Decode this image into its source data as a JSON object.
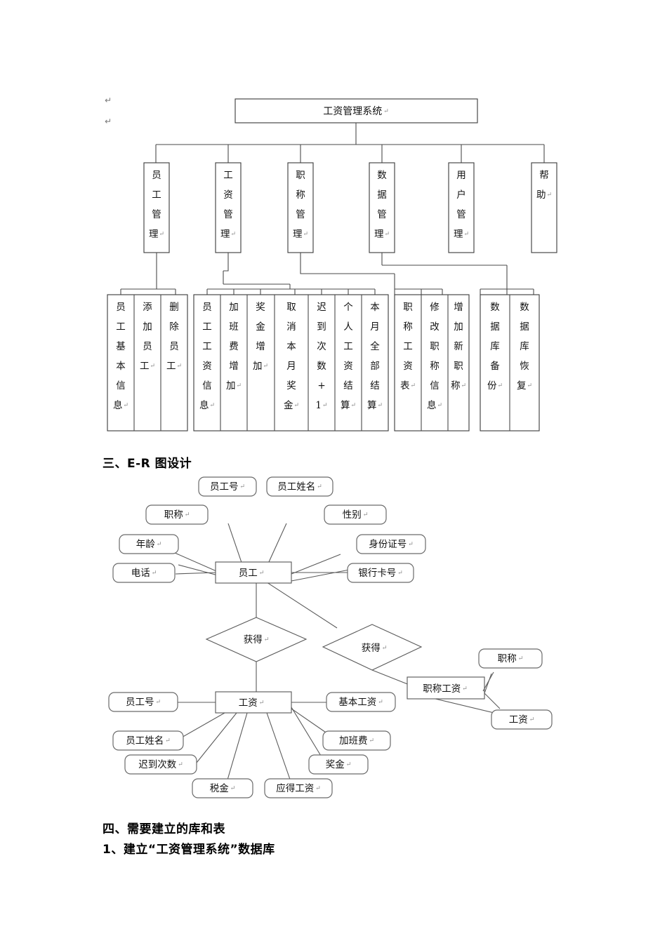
{
  "document": {
    "pilcrow_glyph": "↵",
    "margin_marks": [
      "↵",
      "↵"
    ]
  },
  "hierarchy_chart": {
    "root": {
      "label": "工资管理系统",
      "pilcrow": "↵"
    },
    "level2": [
      {
        "label": "员工管理",
        "pilcrow": "↵"
      },
      {
        "label": "工资管理",
        "pilcrow": "↵"
      },
      {
        "label": "职称管理",
        "pilcrow": "↵"
      },
      {
        "label": "数据管理",
        "pilcrow": "↵"
      },
      {
        "label": "用户管理",
        "pilcrow": "↵"
      },
      {
        "label": "帮助",
        "pilcrow": "↵"
      }
    ],
    "group_employee": [
      {
        "label": "员工基本信息",
        "pilcrow": "↵"
      },
      {
        "label": "添加员工",
        "pilcrow": "↵"
      },
      {
        "label": "删除员工",
        "pilcrow": "↵"
      }
    ],
    "group_salary": [
      {
        "label": "员工工资信息",
        "pilcrow": "↵"
      },
      {
        "label": "加班费增加",
        "pilcrow": "↵"
      },
      {
        "label": "奖金增加",
        "pilcrow": "↵"
      },
      {
        "label": "取消本月奖金",
        "pilcrow": "↵"
      },
      {
        "label": "迟到次数+1",
        "pilcrow": "↵"
      },
      {
        "label": "个人工资结算",
        "pilcrow": "↵"
      },
      {
        "label": "本月全部结算",
        "pilcrow": "↵"
      }
    ],
    "group_title": [
      {
        "label": "职称工资表",
        "pilcrow": "↵"
      },
      {
        "label": "修改职称信息",
        "pilcrow": "↵"
      },
      {
        "label": "增加新职称",
        "pilcrow": "↵"
      }
    ],
    "group_data": [
      {
        "label": "数据库备份",
        "pilcrow": "↵"
      },
      {
        "label": "数据库恢复",
        "pilcrow": "↵"
      }
    ]
  },
  "section_er": {
    "heading": "三、E-R 图设计"
  },
  "er_diagram": {
    "entities": [
      {
        "name": "员工",
        "pilcrow": "↵"
      },
      {
        "name": "工资",
        "pilcrow": "↵"
      },
      {
        "name": "职称工资",
        "pilcrow": "↵"
      }
    ],
    "relationships": [
      {
        "name": "获得",
        "pilcrow": "↵"
      },
      {
        "name": "获得",
        "pilcrow": "↵"
      }
    ],
    "employee_attributes": [
      {
        "label": "员工号",
        "pilcrow": "↵"
      },
      {
        "label": "员工姓名",
        "pilcrow": "↵"
      },
      {
        "label": "职称",
        "pilcrow": "↵"
      },
      {
        "label": "性别",
        "pilcrow": "↵"
      },
      {
        "label": "年龄",
        "pilcrow": "↵"
      },
      {
        "label": "身份证号",
        "pilcrow": "↵"
      },
      {
        "label": "电话",
        "pilcrow": "↵"
      },
      {
        "label": "银行卡号",
        "pilcrow": "↵"
      }
    ],
    "salary_attributes": [
      {
        "label": "员工号",
        "pilcrow": "↵"
      },
      {
        "label": "基本工资",
        "pilcrow": "↵"
      },
      {
        "label": "员工姓名",
        "pilcrow": "↵"
      },
      {
        "label": "加班费",
        "pilcrow": "↵"
      },
      {
        "label": "迟到次数",
        "pilcrow": "↵"
      },
      {
        "label": "奖金",
        "pilcrow": "↵"
      },
      {
        "label": "税金",
        "pilcrow": "↵"
      },
      {
        "label": "应得工资",
        "pilcrow": "↵"
      }
    ],
    "title_salary_attributes": [
      {
        "label": "职称",
        "pilcrow": "↵"
      },
      {
        "label": "工资",
        "pilcrow": "↵"
      }
    ]
  },
  "section_tables": {
    "heading": "四、需要建立的库和表",
    "item1": "1、建立“工资管理系统”数据库"
  }
}
